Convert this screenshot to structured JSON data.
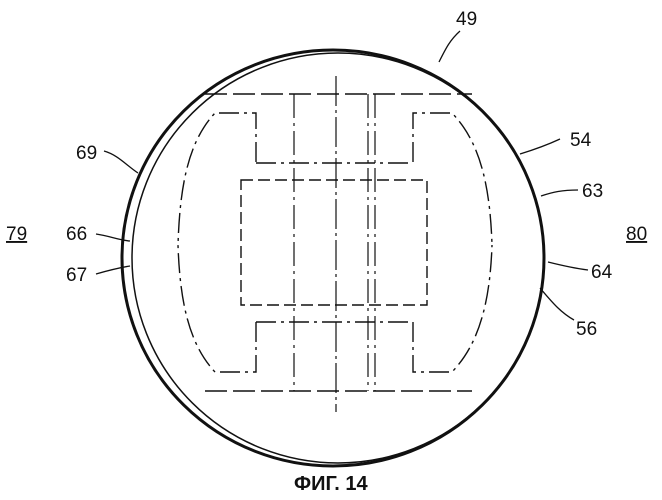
{
  "figure": {
    "caption": "ФИГ. 14",
    "labels": {
      "l49": "49",
      "l54": "54",
      "l63": "63",
      "l64": "64",
      "l56": "56",
      "l69": "69",
      "l66": "66",
      "l67": "67",
      "l79": "79",
      "l80": "80"
    },
    "colors": {
      "ink": "#111111",
      "background": "#ffffff"
    }
  }
}
